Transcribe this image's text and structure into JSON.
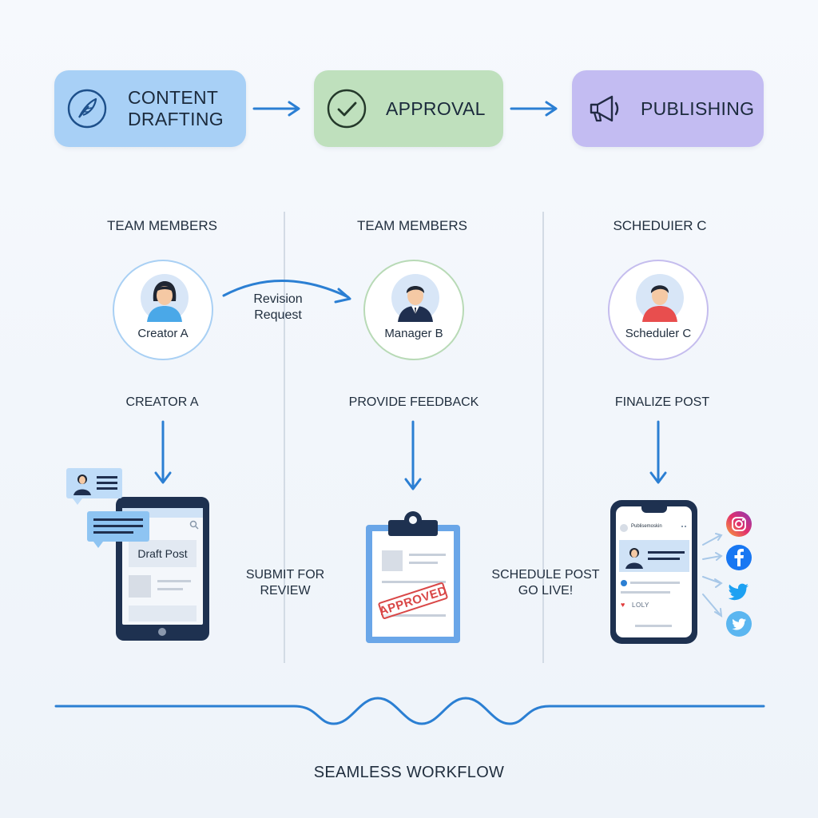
{
  "stages": [
    {
      "label": "CONTENT\nDRAFTING",
      "color": "#a8d0f6",
      "icon": "feather-pen-icon"
    },
    {
      "label": "APPROVAL",
      "color": "#bfe0bd",
      "icon": "checkmark-icon"
    },
    {
      "label": "PUBLISHING",
      "color": "#c3bcf2",
      "icon": "megaphone-icon"
    }
  ],
  "columns": [
    {
      "heading": "TEAM MEMBERS",
      "person": "Creator A",
      "action": "CREATOR A"
    },
    {
      "heading": "TEAM MEMBERS",
      "person": "Manager B",
      "action": "PROVIDE FEEDBACK"
    },
    {
      "heading": "SCHEDUIER C",
      "person": "Scheduler C",
      "action": "FINALIZE POST"
    }
  ],
  "revision_label": "Revision\nRequest",
  "submit_label": "SUBMIT FOR\nREVIEW",
  "schedule_label": "SCHEDULE POST\nGO LIVE!",
  "tablet": {
    "draft_label": "Draft Post"
  },
  "clipboard": {
    "stamp": "APPROVED"
  },
  "phone": {
    "account": "Publisemoskin",
    "reaction": "LOLY"
  },
  "social_icons": [
    "instagram-icon",
    "facebook-icon",
    "twitter-icon",
    "twitter-icon"
  ],
  "footer": "SEAMLESS WORKFLOW"
}
